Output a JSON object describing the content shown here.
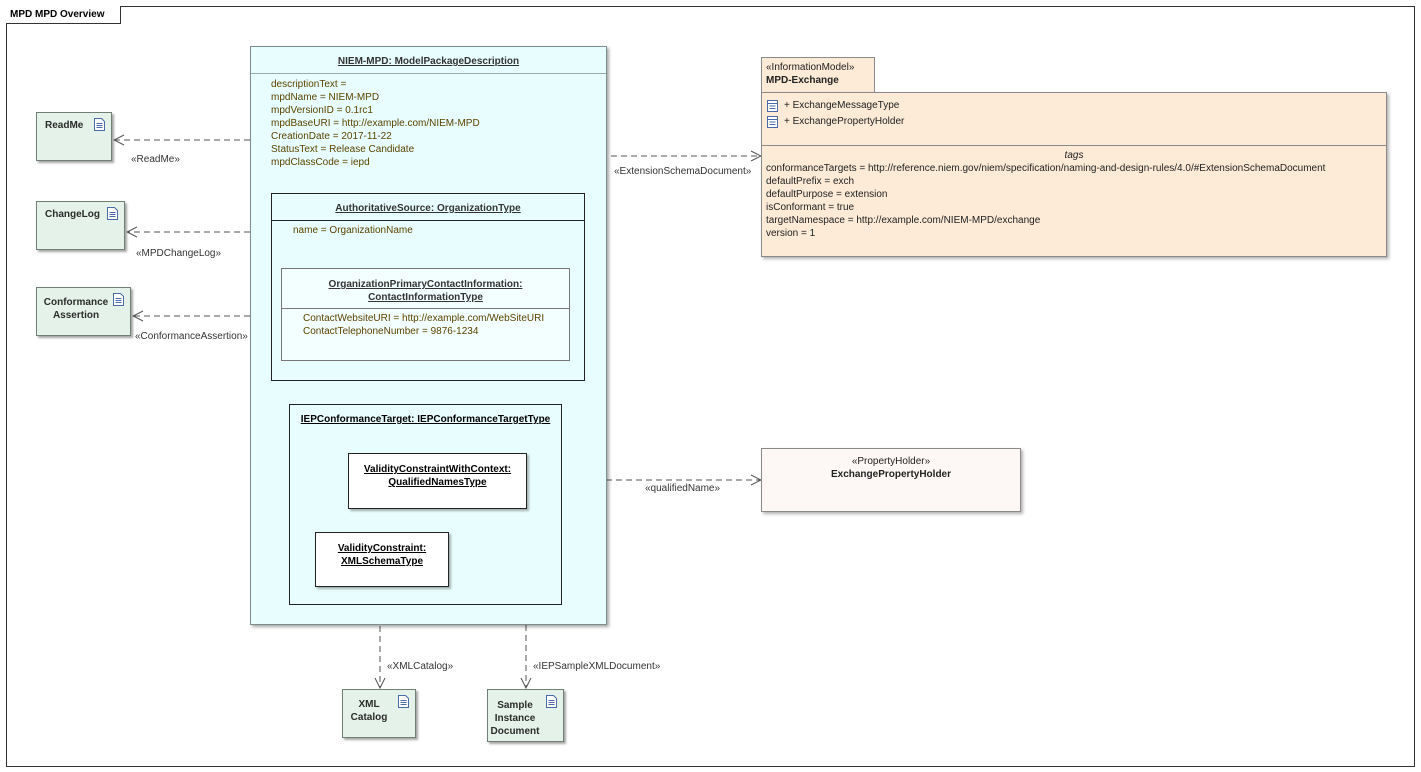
{
  "frame": {
    "title": "MPD MPD Overview"
  },
  "documents": {
    "readme": "ReadMe",
    "changelog": "ChangeLog",
    "conformance": [
      "Conformance",
      "Assertion"
    ],
    "xmlcatalog": [
      "XML",
      "Catalog"
    ],
    "sample": [
      "Sample",
      "Instance",
      "Document"
    ]
  },
  "mpd": {
    "title": "NIEM-MPD: ModelPackageDescription",
    "attributes": [
      "descriptionText =",
      "mpdName = NIEM-MPD",
      "mpdVersionID = 0.1rc1",
      "mpdBaseURI = http://example.com/NIEM-MPD",
      "CreationDate = 2017-11-22",
      "StatusText = Release Candidate",
      "mpdClassCode = iepd"
    ]
  },
  "auth": {
    "title": "AuthoritativeSource: OrganizationType",
    "attr": "name = OrganizationName"
  },
  "contact": {
    "title_line1": "OrganizationPrimaryContactInformation:",
    "title_line2": "ContactInformationType",
    "attributes": [
      "ContactWebsiteURI = http://example.com/WebSiteURI",
      "ContactTelephoneNumber = 9876-1234"
    ]
  },
  "iep": {
    "title": "IEPConformanceTarget: IEPConformanceTargetType",
    "vc_context": [
      "ValidityConstraintWithContext:",
      "QualifiedNamesType"
    ],
    "vc_schema": [
      "ValidityConstraint:",
      "XMLSchemaType"
    ]
  },
  "info_model": {
    "stereotype": "«InformationModel»",
    "name": "MPD-Exchange",
    "members": [
      "+ ExchangeMessageType",
      "+ ExchangePropertyHolder"
    ],
    "tags_header": "tags",
    "tags": [
      "conformanceTargets = http://reference.niem.gov/niem/specification/naming-and-design-rules/4.0/#ExtensionSchemaDocument",
      "defaultPrefix = exch",
      "defaultPurpose = extension",
      "isConformant = true",
      "targetNamespace = http://example.com/NIEM-MPD/exchange",
      "version = 1"
    ]
  },
  "property_holder": {
    "stereotype": "«PropertyHolder»",
    "name": "ExchangePropertyHolder"
  },
  "connectors": {
    "readme": "«ReadMe»",
    "changelog": "«MPDChangeLog»",
    "conformance": "«ConformanceAssertion»",
    "extension": "«ExtensionSchemaDocument»",
    "qualified": "«qualifiedName»",
    "xmlcatalog": "«XMLCatalog»",
    "sample": "«IEPSampleXMLDocument»"
  },
  "colors": {
    "document_fill": "#e4f2e9",
    "mpd_fill": "#e8fdfd",
    "info_model_fill": "#fdebd7",
    "property_holder_fill": "#fdf8f5",
    "attribute_text": "#5a4300"
  }
}
